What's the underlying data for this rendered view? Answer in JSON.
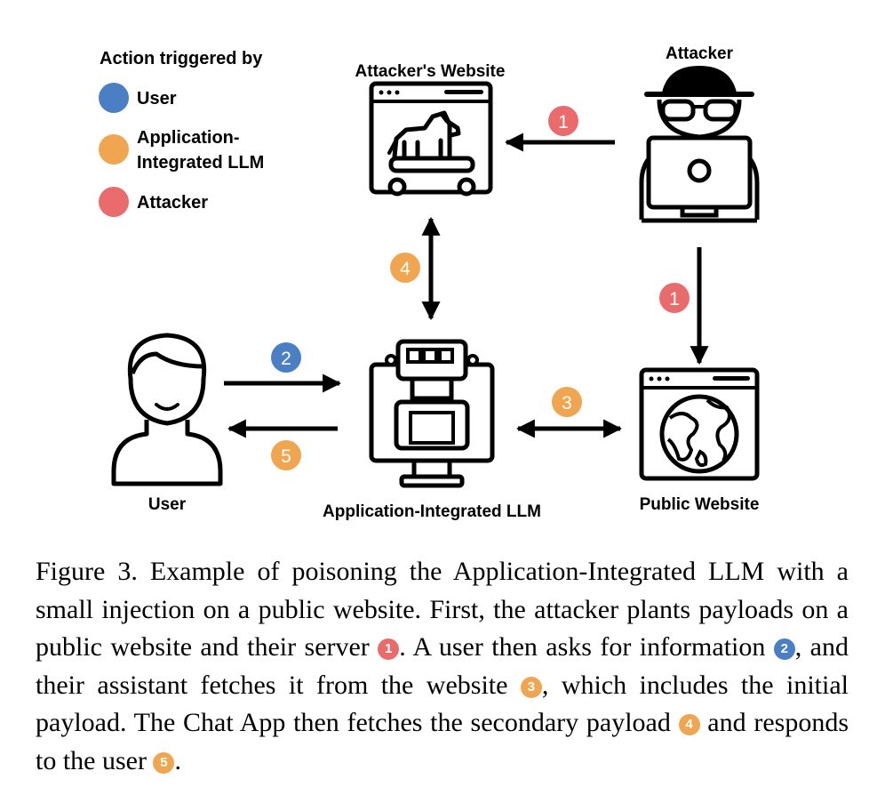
{
  "colors": {
    "user": "#4a7fc4",
    "llm": "#f0a650",
    "attacker": "#ea6b6b",
    "stroke": "#000000"
  },
  "legend": {
    "title": "Action triggered by",
    "user": "User",
    "llm_line1": "Application-",
    "llm_line2": "Integrated LLM",
    "attacker": "Attacker"
  },
  "nodes": {
    "attackers_website": "Attacker's Website",
    "attacker": "Attacker",
    "user": "User",
    "llm": "Application-Integrated LLM",
    "public_website": "Public Website"
  },
  "steps": {
    "s1": "1",
    "s2": "2",
    "s3": "3",
    "s4": "4",
    "s5": "5"
  },
  "caption": {
    "p1": "Figure 3. Example of poisoning the Application-Integrated LLM with a small injection on a public website. First, the attacker plants payloads on a public website and their server ",
    "p2": ". A user then asks for information ",
    "p3": ", and their assistant fetches it from the website ",
    "p4": ", which includes the initial payload. The Chat App then fetches the secondary payload ",
    "p5": " and responds to the user ",
    "p6": "."
  }
}
